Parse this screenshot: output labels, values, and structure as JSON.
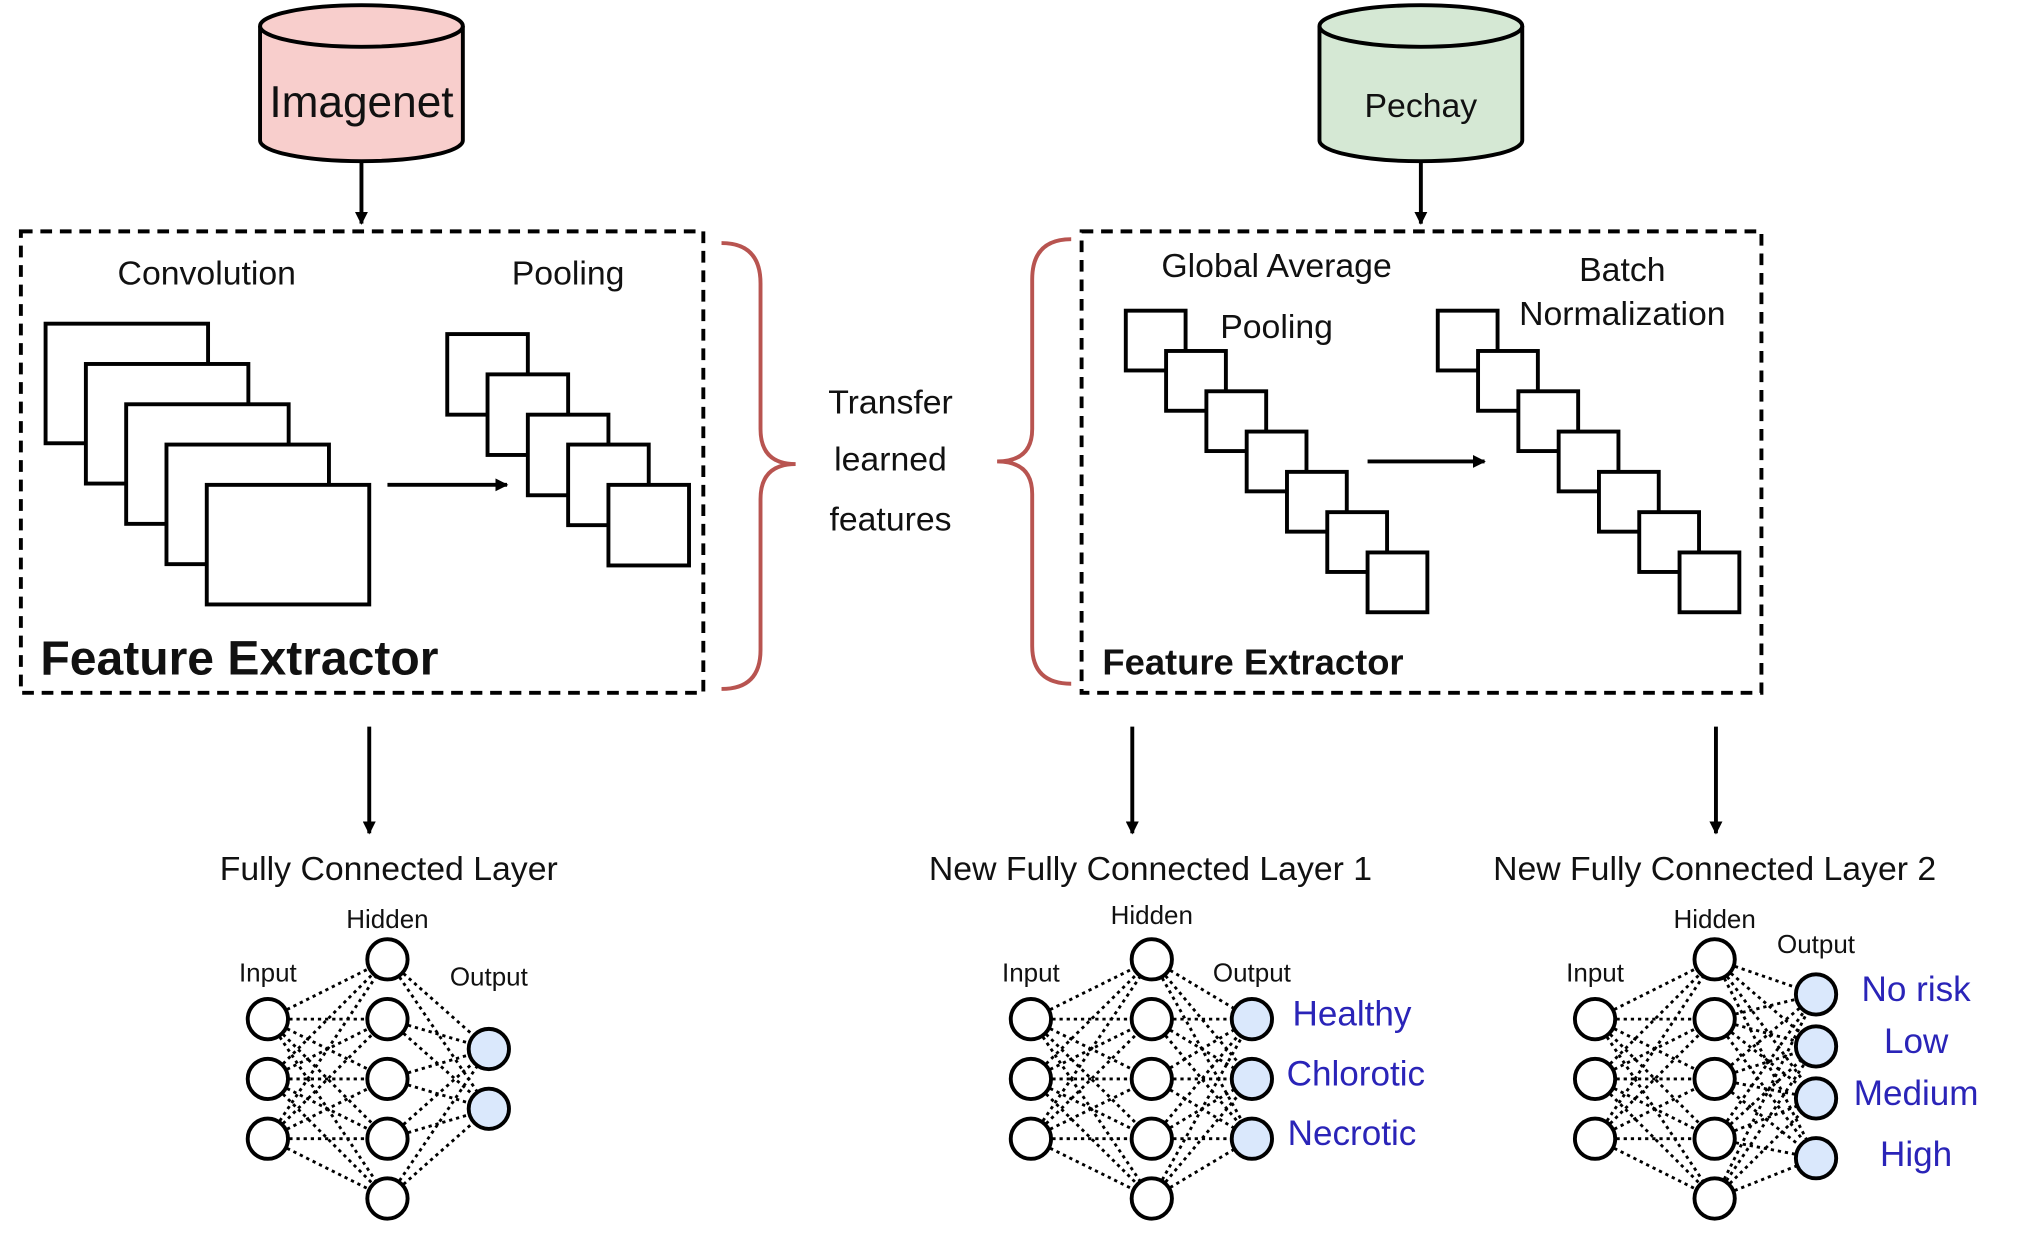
{
  "colors": {
    "imagenet_fill": "#f8cecc",
    "pechay_fill": "#d5e8d4",
    "brace": "#b85450",
    "output_node_fill": "#dae8fc",
    "class_text": "#2a24b8",
    "stroke": "#000000"
  },
  "left": {
    "database_label": "Imagenet",
    "extractor": {
      "conv_label": "Convolution",
      "pool_label": "Pooling",
      "title": "Feature Extractor"
    },
    "fc": {
      "title": "Fully Connected Layer",
      "input_label": "Input",
      "hidden_label": "Hidden",
      "output_label": "Output",
      "inputs": 3,
      "hidden": 5,
      "outputs": 2
    }
  },
  "middle": {
    "transfer_line1": "Transfer",
    "transfer_line2": "learned",
    "transfer_line3": "features"
  },
  "right": {
    "database_label": "Pechay",
    "extractor": {
      "gap_line1": "Global Average",
      "gap_line2": "Pooling",
      "bn_line1": "Batch",
      "bn_line2": "Normalization",
      "title": "Feature Extractor"
    },
    "fc1": {
      "title": "New Fully Connected Layer 1",
      "input_label": "Input",
      "hidden_label": "Hidden",
      "output_label": "Output",
      "inputs": 3,
      "hidden": 5,
      "outputs": 3,
      "classes": [
        "Healthy",
        "Chlorotic",
        "Necrotic"
      ]
    },
    "fc2": {
      "title": "New Fully Connected Layer 2",
      "input_label": "Input",
      "hidden_label": "Hidden",
      "output_label": "Output",
      "inputs": 3,
      "hidden": 5,
      "outputs": 4,
      "classes": [
        "No risk",
        "Low",
        "Medium",
        "High"
      ]
    }
  }
}
